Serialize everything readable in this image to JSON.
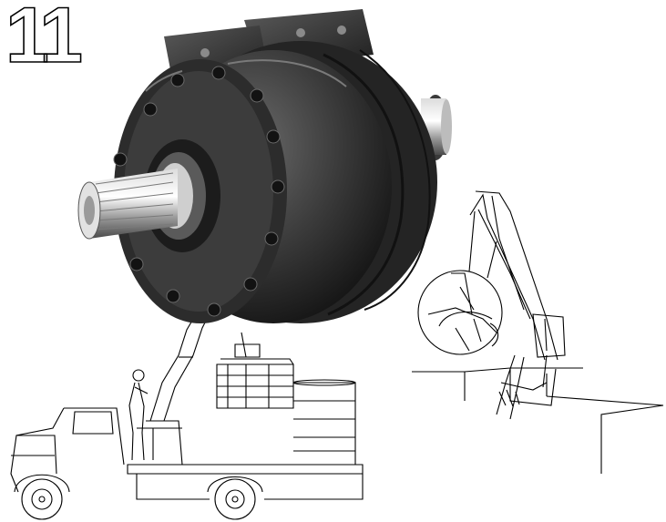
{
  "page": {
    "number": "11"
  },
  "illustrations": {
    "motor": {
      "subject": "hydraulic-motor-photo",
      "color_body": "#2b2b2b",
      "color_highlight": "#8a8a8a"
    },
    "truck": {
      "subject": "truck-with-crane-line-drawing",
      "line_color": "#000000"
    },
    "loader": {
      "subject": "knuckle-boom-loader-line-drawing",
      "line_color": "#000000"
    }
  }
}
